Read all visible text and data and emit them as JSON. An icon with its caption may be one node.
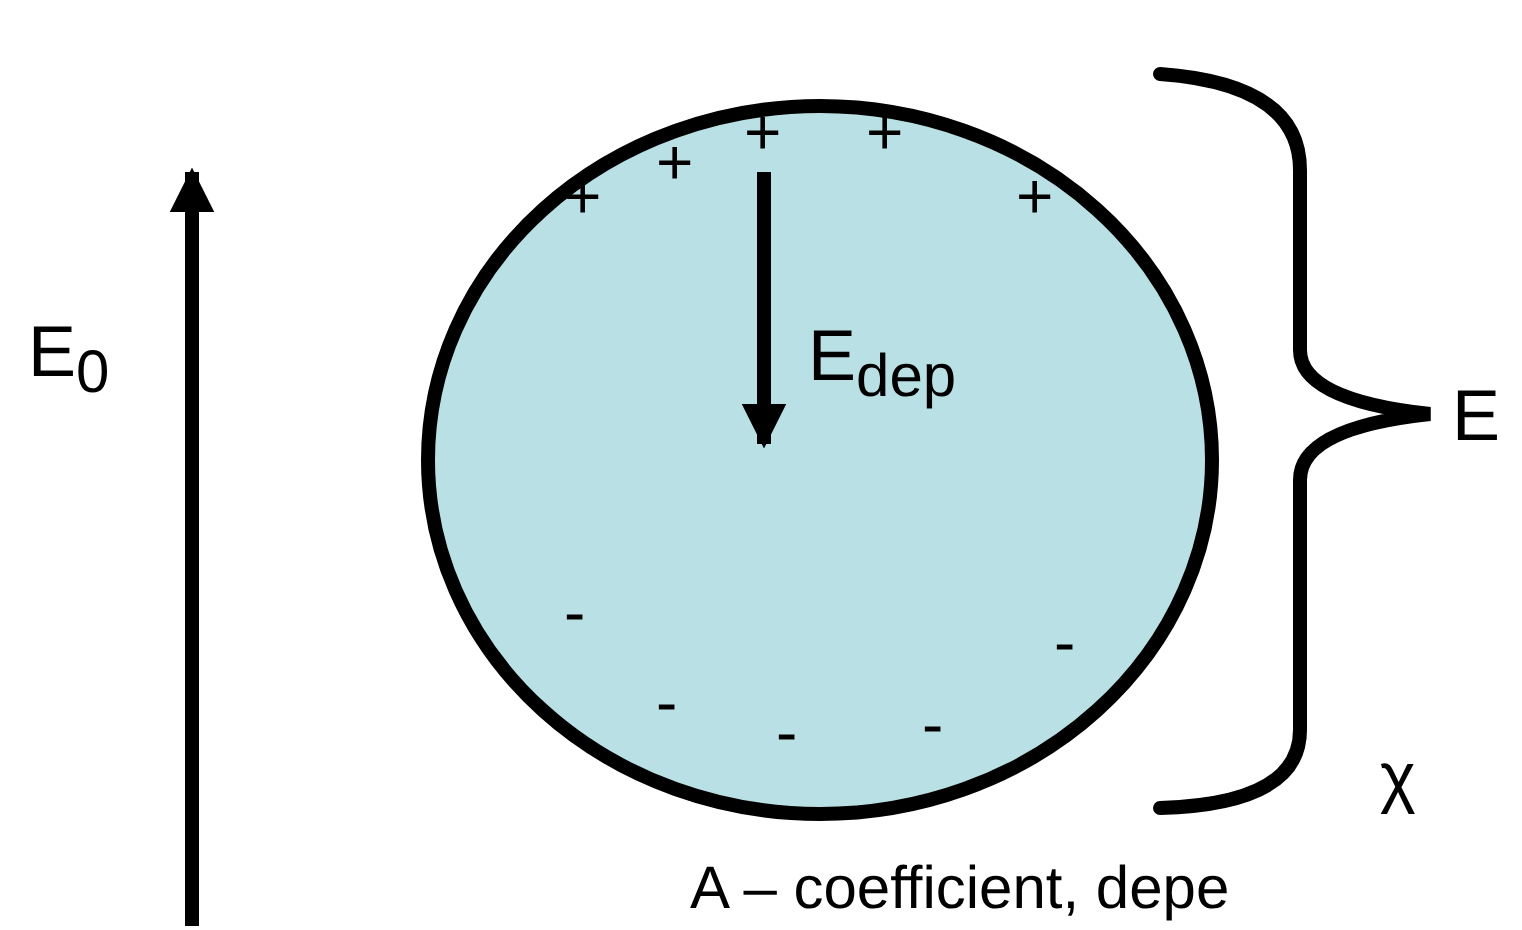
{
  "diagram": {
    "labels": [
      "+",
      "+",
      "+",
      "+",
      "+",
      "E$_{0}$",
      "E$_{dep}$",
      "E",
      "-",
      "-",
      "-",
      "-",
      "-",
      "χ",
      "A – coefficient, depe"
    ]
  }
}
